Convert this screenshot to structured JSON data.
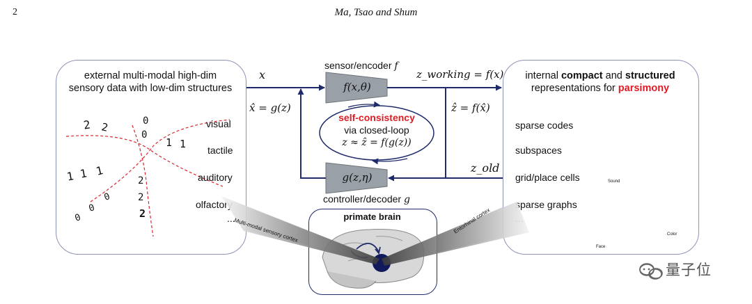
{
  "header": {
    "page_number": "2",
    "running_head": "Ma, Tsao and Shum"
  },
  "left_panel": {
    "title_line1": "external multi-modal high-dim",
    "title_line2": "sensory data with low-dim structures",
    "modalities": [
      "visual",
      "tactile",
      "auditory",
      "olfactory",
      "..."
    ],
    "digits": [
      "2",
      "2",
      "0",
      "0",
      "1",
      "1",
      "1",
      "1",
      "1",
      "2",
      "2",
      "2",
      "0",
      "0",
      "0"
    ]
  },
  "right_panel": {
    "title_pre": "internal ",
    "title_bold1": "compact",
    "title_mid": " and ",
    "title_bold2": "structured",
    "title_line2_pre": "representations for ",
    "title_red": "parsimony",
    "items": [
      "sparse codes",
      "subspaces",
      "grid/place cells",
      "sparse graphs",
      "..."
    ],
    "graph_axes": {
      "sound": "Sound",
      "color": "Color",
      "face": "Face"
    }
  },
  "encoder": {
    "label": "sensor/encoder",
    "label_math": "f",
    "block": "f(x,θ)"
  },
  "decoder": {
    "label": "controller/decoder",
    "label_math": "g",
    "block": "g(z,η)"
  },
  "signals": {
    "x": "x",
    "xhat": "x̂ = g(z)",
    "z_working": "z_working = f(x)",
    "zhat": "ẑ = f(x̂)",
    "z_old": "z_old"
  },
  "center": {
    "title": "self-consistency",
    "line2": "via closed-loop",
    "line3": "z ≈ ẑ = f(g(z))"
  },
  "brain": {
    "title": "primate brain",
    "left_cone": "Multi-modal sensory cortex",
    "right_cone": "Entorhinal cortex"
  },
  "watermark": "量子位",
  "colors": {
    "arrow": "#1f2a6b",
    "block_fill": "#9aa0a8",
    "panel_border": "#8d93b6",
    "accent_red": "#e01b24",
    "curve_red": "#d9262c"
  }
}
